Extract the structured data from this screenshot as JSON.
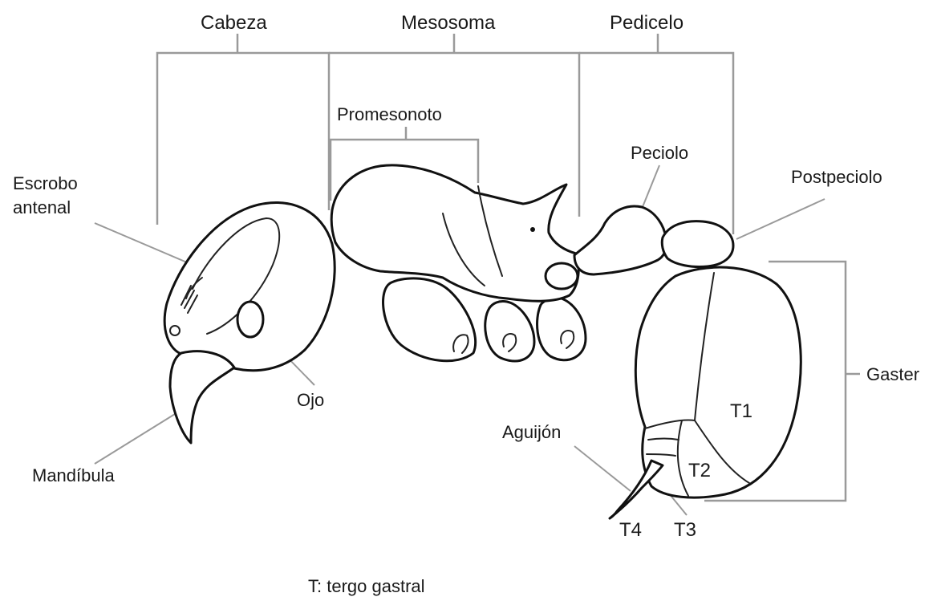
{
  "labels": {
    "cabeza": "Cabeza",
    "mesosoma": "Mesosoma",
    "pedicelo": "Pedicelo",
    "promesonoto": "Promesonoto",
    "peciolo": "Peciolo",
    "postpeciolo": "Postpeciolo",
    "escrobo_line1": "Escrobo",
    "escrobo_line2": "antenal",
    "ojo": "Ojo",
    "mandibula": "Mandíbula",
    "gaster": "Gaster",
    "aguijon": "Aguijón",
    "t1": "T1",
    "t2": "T2",
    "t3": "T3",
    "t4": "T4",
    "legend": "T:  tergo gastral"
  },
  "colors": {
    "outline": "#111111",
    "leader_lines": "#9a9a9a",
    "background": "#ffffff"
  }
}
